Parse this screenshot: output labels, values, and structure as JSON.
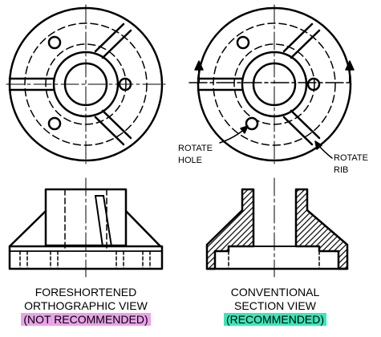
{
  "colors": {
    "ink": "#000000",
    "highlight_not_recommended": "#e9a3e8",
    "highlight_recommended": "#3ce6b8"
  },
  "callouts": {
    "rotate_hole": [
      "ROTATE",
      "HOLE"
    ],
    "rotate_rib": [
      "ROTATE",
      "RIB"
    ]
  },
  "left_caption": {
    "line1": "FORESHORTENED",
    "line2": "ORTHOGRAPHIC VIEW",
    "line3": "(NOT RECOMMENDED)"
  },
  "right_caption": {
    "line1": "CONVENTIONAL",
    "line2": "SECTION VIEW",
    "line3": "(RECOMMENDED)"
  }
}
